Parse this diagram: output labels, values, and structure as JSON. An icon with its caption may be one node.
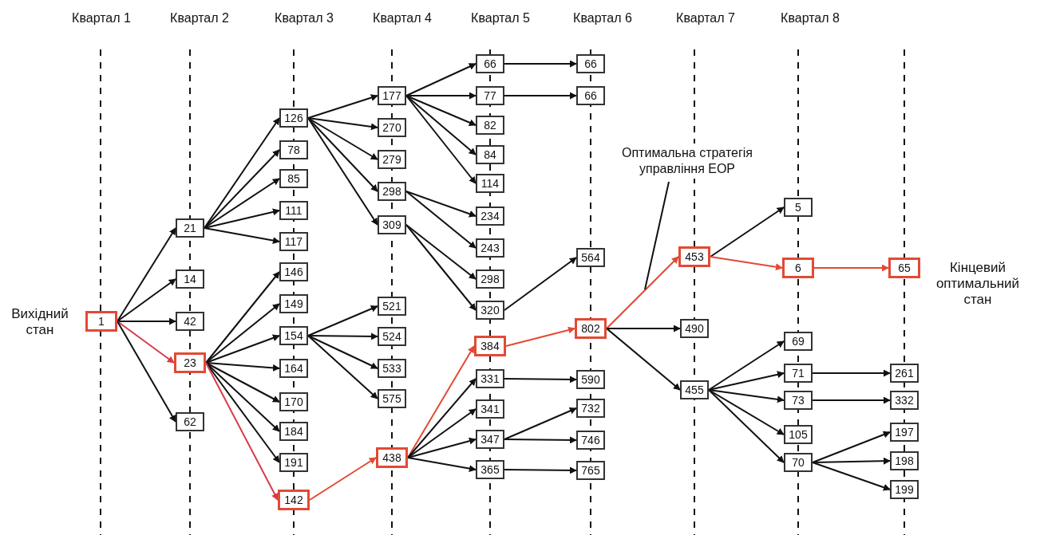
{
  "diagram": {
    "nodes": [
      {
        "text": [
          "1"
        ],
        "beside": [
          "Вихідний стан"
        ]
      },
      {
        "text": [
          "21"
        ]
      },
      {
        "text": [
          "14"
        ]
      },
      {
        "text": [
          "42"
        ]
      },
      {
        "text": [
          "23"
        ]
      },
      {
        "text": [
          "62"
        ]
      },
      {
        "text": [
          "126"
        ]
      },
      {
        "text": [
          "78"
        ]
      },
      {
        "text": [
          "85"
        ]
      },
      {
        "text": [
          "111"
        ]
      },
      {
        "text": [
          "117"
        ]
      },
      {
        "text": [
          "146"
        ]
      },
      {
        "text": [
          "149"
        ]
      },
      {
        "text": [
          "154"
        ]
      },
      {
        "text": [
          "164"
        ]
      },
      {
        "text": [
          "170"
        ]
      },
      {
        "text": [
          "184"
        ]
      },
      {
        "text": [
          "191"
        ]
      },
      {
        "text": [
          "142"
        ]
      },
      {
        "text": [
          "177"
        ]
      },
      {
        "text": [
          "270"
        ]
      },
      {
        "text": [
          "279"
        ]
      },
      {
        "text": [
          "298"
        ]
      },
      {
        "text": [
          "309"
        ]
      },
      {
        "text": [
          "521"
        ]
      },
      {
        "text": [
          "524"
        ]
      },
      {
        "text": [
          "533"
        ]
      },
      {
        "text": [
          "575"
        ]
      },
      {
        "text": [
          "438"
        ]
      },
      {
        "text": [
          "66"
        ]
      },
      {
        "text": [
          "77"
        ]
      },
      {
        "text": [
          "82"
        ]
      },
      {
        "text": [
          "84"
        ]
      },
      {
        "text": [
          "114"
        ]
      },
      {
        "text": [
          "234"
        ]
      },
      {
        "text": [
          "243"
        ]
      },
      {
        "text": [
          "298"
        ]
      },
      {
        "text": [
          "320"
        ]
      },
      {
        "text": [
          "384"
        ]
      },
      {
        "text": [
          "331"
        ]
      },
      {
        "text": [
          "341"
        ]
      },
      {
        "text": [
          "347"
        ]
      },
      {
        "text": [
          "365"
        ]
      },
      {
        "text": [
          "66"
        ]
      },
      {
        "text": [
          "66"
        ]
      },
      {
        "text": [
          "564"
        ]
      },
      {
        "text": [
          "802"
        ]
      },
      {
        "text": [
          "590"
        ]
      },
      {
        "text": [
          "732"
        ]
      },
      {
        "text": [
          "746"
        ]
      },
      {
        "text": [
          "765"
        ]
      },
      {
        "text": [
          "453"
        ]
      },
      {
        "text": [
          "490"
        ]
      },
      {
        "text": [
          "455"
        ]
      },
      {
        "text": [
          "5"
        ]
      },
      {
        "text": [
          "6"
        ]
      },
      {
        "text": [
          "69"
        ]
      },
      {
        "text": [
          "71"
        ]
      },
      {
        "text": [
          "73"
        ]
      },
      {
        "text": [
          "105"
        ]
      },
      {
        "text": [
          "70"
        ]
      },
      {
        "text": [
          "65"
        ],
        "beside": [
          "Кінцевий оптимальний стан"
        ]
      },
      {
        "text": [
          "261"
        ]
      },
      {
        "text": [
          "332"
        ]
      },
      {
        "text": [
          "197"
        ]
      },
      {
        "text": [
          "198"
        ]
      },
      {
        "text": [
          "199"
        ]
      },
      {
        "text": [
          "Оптимальна стратегія управління ЕОР"
        ]
      }
    ],
    "edges": [
      {
        "from": 0,
        "to": 1,
        "arrow": "to"
      },
      {
        "from": 0,
        "to": 2,
        "arrow": "to"
      },
      {
        "from": 0,
        "to": 3,
        "arrow": "to"
      },
      {
        "from": 0,
        "to": 4,
        "arrow": "to",
        "color": "#d93a4a"
      },
      {
        "from": 0,
        "to": 5,
        "arrow": "to"
      },
      {
        "from": 1,
        "to": 6,
        "arrow": "to"
      },
      {
        "from": 1,
        "to": 7,
        "arrow": "to"
      },
      {
        "from": 1,
        "to": 8,
        "arrow": "to"
      },
      {
        "from": 1,
        "to": 9,
        "arrow": "to"
      },
      {
        "from": 1,
        "to": 10,
        "arrow": "to"
      },
      {
        "from": 4,
        "to": 11,
        "arrow": "to"
      },
      {
        "from": 4,
        "to": 12,
        "arrow": "to"
      },
      {
        "from": 4,
        "to": 13,
        "arrow": "to"
      },
      {
        "from": 4,
        "to": 14,
        "arrow": "to"
      },
      {
        "from": 4,
        "to": 15,
        "arrow": "to"
      },
      {
        "from": 4,
        "to": 16,
        "arrow": "to"
      },
      {
        "from": 4,
        "to": 17,
        "arrow": "to"
      },
      {
        "from": 4,
        "to": 18,
        "arrow": "to",
        "color": "#d93a4a"
      },
      {
        "from": 6,
        "to": 19,
        "arrow": "to"
      },
      {
        "from": 6,
        "to": 20,
        "arrow": "to"
      },
      {
        "from": 6,
        "to": 21,
        "arrow": "to"
      },
      {
        "from": 6,
        "to": 22,
        "arrow": "to"
      },
      {
        "from": 6,
        "to": 23,
        "arrow": "to"
      },
      {
        "from": 13,
        "to": 24,
        "arrow": "to"
      },
      {
        "from": 13,
        "to": 25,
        "arrow": "to"
      },
      {
        "from": 13,
        "to": 26,
        "arrow": "to"
      },
      {
        "from": 13,
        "to": 27,
        "arrow": "to"
      },
      {
        "from": 18,
        "to": 28,
        "arrow": "to",
        "color": "#e24a34"
      },
      {
        "from": 19,
        "to": 29,
        "arrow": "to"
      },
      {
        "from": 19,
        "to": 30,
        "arrow": "to"
      },
      {
        "from": 19,
        "to": 31,
        "arrow": "to"
      },
      {
        "from": 19,
        "to": 32,
        "arrow": "to"
      },
      {
        "from": 19,
        "to": 33,
        "arrow": "to"
      },
      {
        "from": 22,
        "to": 34,
        "arrow": "to"
      },
      {
        "from": 22,
        "to": 35,
        "arrow": "to"
      },
      {
        "from": 23,
        "to": 36,
        "arrow": "to"
      },
      {
        "from": 23,
        "to": 37,
        "arrow": "to"
      },
      {
        "from": 28,
        "to": 38,
        "arrow": "to",
        "color": "#e24a34"
      },
      {
        "from": 28,
        "to": 39,
        "arrow": "to"
      },
      {
        "from": 28,
        "to": 40,
        "arrow": "to"
      },
      {
        "from": 28,
        "to": 41,
        "arrow": "to"
      },
      {
        "from": 28,
        "to": 42,
        "arrow": "to"
      },
      {
        "from": 29,
        "to": 43,
        "arrow": "to"
      },
      {
        "from": 30,
        "to": 44,
        "arrow": "to"
      },
      {
        "from": 37,
        "to": 45,
        "arrow": "to"
      },
      {
        "from": 38,
        "to": 46,
        "arrow": "to",
        "color": "#e24a34"
      },
      {
        "from": 39,
        "to": 47,
        "arrow": "to"
      },
      {
        "from": 41,
        "to": 48,
        "arrow": "to"
      },
      {
        "from": 41,
        "to": 49,
        "arrow": "to"
      },
      {
        "from": 42,
        "to": 50,
        "arrow": "to"
      },
      {
        "from": 46,
        "to": 51,
        "arrow": "to",
        "color": "#e24a34"
      },
      {
        "from": 46,
        "to": 52,
        "arrow": "to"
      },
      {
        "from": 46,
        "to": 53,
        "arrow": "to"
      },
      {
        "from": 51,
        "to": 54,
        "arrow": "to"
      },
      {
        "from": 51,
        "to": 55,
        "arrow": "to",
        "color": "#e24a34"
      },
      {
        "from": 55,
        "to": 61,
        "arrow": "to",
        "color": "#e24a34"
      },
      {
        "from": 53,
        "to": 56,
        "arrow": "to"
      },
      {
        "from": 53,
        "to": 57,
        "arrow": "to"
      },
      {
        "from": 53,
        "to": 58,
        "arrow": "to"
      },
      {
        "from": 53,
        "to": 59,
        "arrow": "to"
      },
      {
        "from": 53,
        "to": 60,
        "arrow": "to"
      },
      {
        "from": 57,
        "to": 62,
        "arrow": "to"
      },
      {
        "from": 58,
        "to": 63,
        "arrow": "to"
      },
      {
        "from": 60,
        "to": 64,
        "arrow": "to"
      },
      {
        "from": 60,
        "to": 65,
        "arrow": "to"
      },
      {
        "from": 60,
        "to": 66,
        "arrow": "to"
      },
      {
        "from": 67,
        "to": null,
        "arrow": "none"
      }
    ],
    "labels": [
      "Квартал 1",
      "Квартал 2",
      "Квартал 3",
      "Квартал 4",
      "Квартал 5",
      "Квартал 6",
      "Квартал 7",
      "Квартал 8"
    ]
  }
}
